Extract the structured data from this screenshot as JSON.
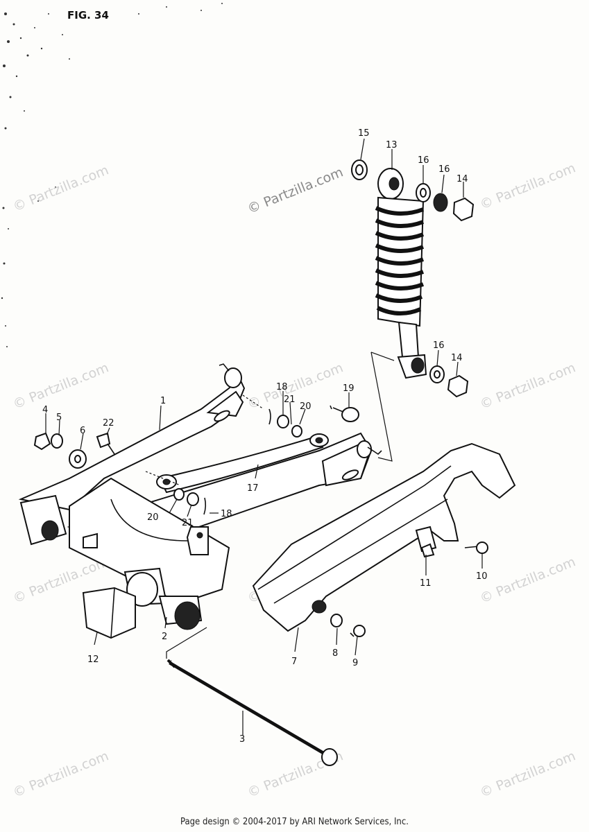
{
  "figure_label": "FIG. 34",
  "watermark": "© Partzilla.com",
  "footer": "Page design © 2004-2017 by ARI Network Services, Inc.",
  "callouts": [
    {
      "id": "c1",
      "text": "1"
    },
    {
      "id": "c2",
      "text": "2"
    },
    {
      "id": "c3",
      "text": "3"
    },
    {
      "id": "c4",
      "text": "4"
    },
    {
      "id": "c5",
      "text": "5"
    },
    {
      "id": "c6",
      "text": "6"
    },
    {
      "id": "c7",
      "text": "7"
    },
    {
      "id": "c8",
      "text": "8"
    },
    {
      "id": "c9",
      "text": "9"
    },
    {
      "id": "c10",
      "text": "10"
    },
    {
      "id": "c11",
      "text": "11"
    },
    {
      "id": "c12",
      "text": "12"
    },
    {
      "id": "c13",
      "text": "13"
    },
    {
      "id": "c14a",
      "text": "14"
    },
    {
      "id": "c14b",
      "text": "14"
    },
    {
      "id": "c15",
      "text": "15"
    },
    {
      "id": "c16a",
      "text": "16"
    },
    {
      "id": "c16b",
      "text": "16"
    },
    {
      "id": "c16c",
      "text": "16"
    },
    {
      "id": "c17",
      "text": "17"
    },
    {
      "id": "c18a",
      "text": "18"
    },
    {
      "id": "c18b",
      "text": "18"
    },
    {
      "id": "c19",
      "text": "19"
    },
    {
      "id": "c20a",
      "text": "20"
    },
    {
      "id": "c20b",
      "text": "20"
    },
    {
      "id": "c21a",
      "text": "21"
    },
    {
      "id": "c21b",
      "text": "21"
    },
    {
      "id": "c22",
      "text": "22"
    }
  ]
}
